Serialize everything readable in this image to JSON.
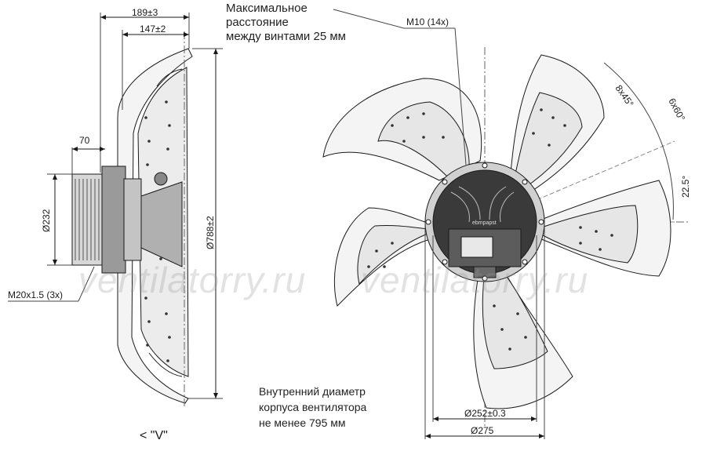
{
  "notes": {
    "top_lines": [
      "Максимальное",
      "расстояние",
      "между винтами 25 мм"
    ],
    "bottom_lines": [
      "Внутренний диаметр",
      "корпуса вентилятора",
      "не менее 795 мм"
    ]
  },
  "side_view": {
    "dims": {
      "d189": "189±3",
      "d147": "147±2",
      "d70": "70",
      "d232": "Ø232",
      "d788": "Ø788±2",
      "thread": "M20x1.5 (3x)"
    },
    "direction": "< \"V\""
  },
  "front_view": {
    "dims": {
      "bolts": "M10 (14x)",
      "a845": "8x45°",
      "a660": "6x60°",
      "a225": "22.5°",
      "d252": "Ø252±0.3",
      "d275": "Ø275"
    },
    "brand": "ebmpapst"
  },
  "watermark": [
    "ventilatorry.ru",
    "ventilatorry.ru"
  ],
  "colors": {
    "line": "#1a1a1a",
    "blade_fill": "#f4f4f4",
    "hub_fill": "#3a3a3a"
  }
}
